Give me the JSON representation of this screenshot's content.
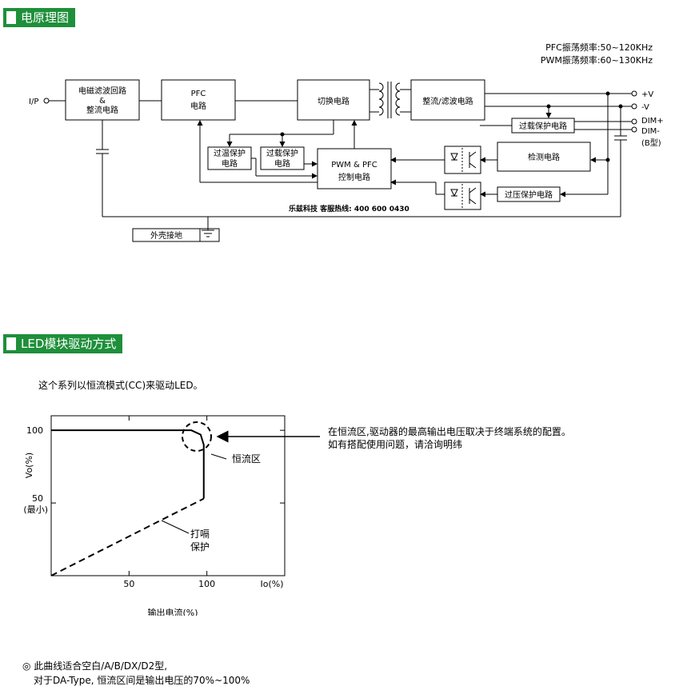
{
  "section1": {
    "title": "电原理图"
  },
  "section2": {
    "title": "LED模块驱动方式"
  },
  "schematic": {
    "pfc_freq": "PFC振荡频率:50~120KHz",
    "pwm_freq": "PWM振荡频率:60~130KHz",
    "input_label": "I/P",
    "emi_line1": "电磁滤波回路",
    "emi_line2": "&",
    "emi_line3": "整流电路",
    "pfc_line1": "PFC",
    "pfc_line2": "电路",
    "switch_circuit": "切换电路",
    "rectify_filter": "整流/滤波电路",
    "out_pos": "+V",
    "out_neg": "-V",
    "dim_pos": "DIM+",
    "dim_neg": "DIM-",
    "b_type": "(B型)",
    "overload_right": "过载保护电路",
    "otp_line1": "过温保护",
    "otp_line2": "电路",
    "olp_line1": "过载保护",
    "olp_line2": "电路",
    "ctrl_line1": "PWM & PFC",
    "ctrl_line2": "控制电路",
    "detect": "检测电路",
    "ovp": "过压保护电路",
    "hotline": "乐兹科技 客服热线: 400 600 0430",
    "ground": "外壳接地"
  },
  "intro_text": "这个系列以恒流模式(CC)来驱动LED。",
  "chart_annotation_line1": "在恒流区,驱动器的最高输出电压取决于终端系统的配置。",
  "chart_annotation_line2": "如有搭配使用问题，请洽询明纬",
  "chart_data": {
    "type": "line",
    "xlabel": "Io(%)",
    "ylabel": "Vo(%)",
    "xticks": [
      "50",
      "100"
    ],
    "yticks": [
      "100",
      "50"
    ],
    "ytick_sub": "(最小)",
    "xlim": [
      0,
      150
    ],
    "ylim": [
      0,
      110
    ],
    "series": [
      {
        "name": "",
        "style": "solid",
        "x": [
          0,
          90,
          96,
          98,
          98
        ],
        "y": [
          100,
          100,
          97,
          90,
          53
        ]
      },
      {
        "name": "",
        "style": "dashed",
        "x": [
          0,
          98
        ],
        "y": [
          0,
          53
        ]
      }
    ],
    "region_label": "恒流区",
    "hiccup_line1": "打嗝",
    "hiccup_line2": "保护",
    "caption": "输出电流(%)"
  },
  "note_line1": "◎ 此曲线适合空白/A/B/DX/D2型,",
  "note_line2": "对于DA-Type, 恒流区间是输出电压的70%~100%"
}
